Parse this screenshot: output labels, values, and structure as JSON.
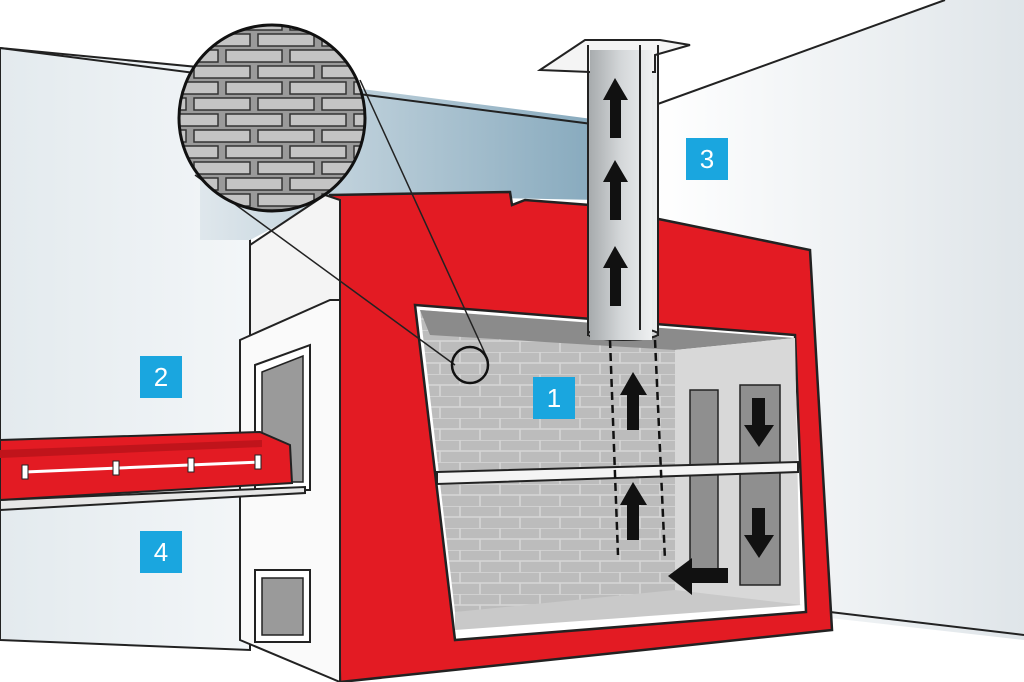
{
  "labels": {
    "one": "1",
    "two": "2",
    "three": "3",
    "four": "4"
  },
  "colors": {
    "furnace": "#e31b23",
    "label": "#1aa6df",
    "brick": "#bcbcbc",
    "chimney": "#c8cbcd"
  }
}
